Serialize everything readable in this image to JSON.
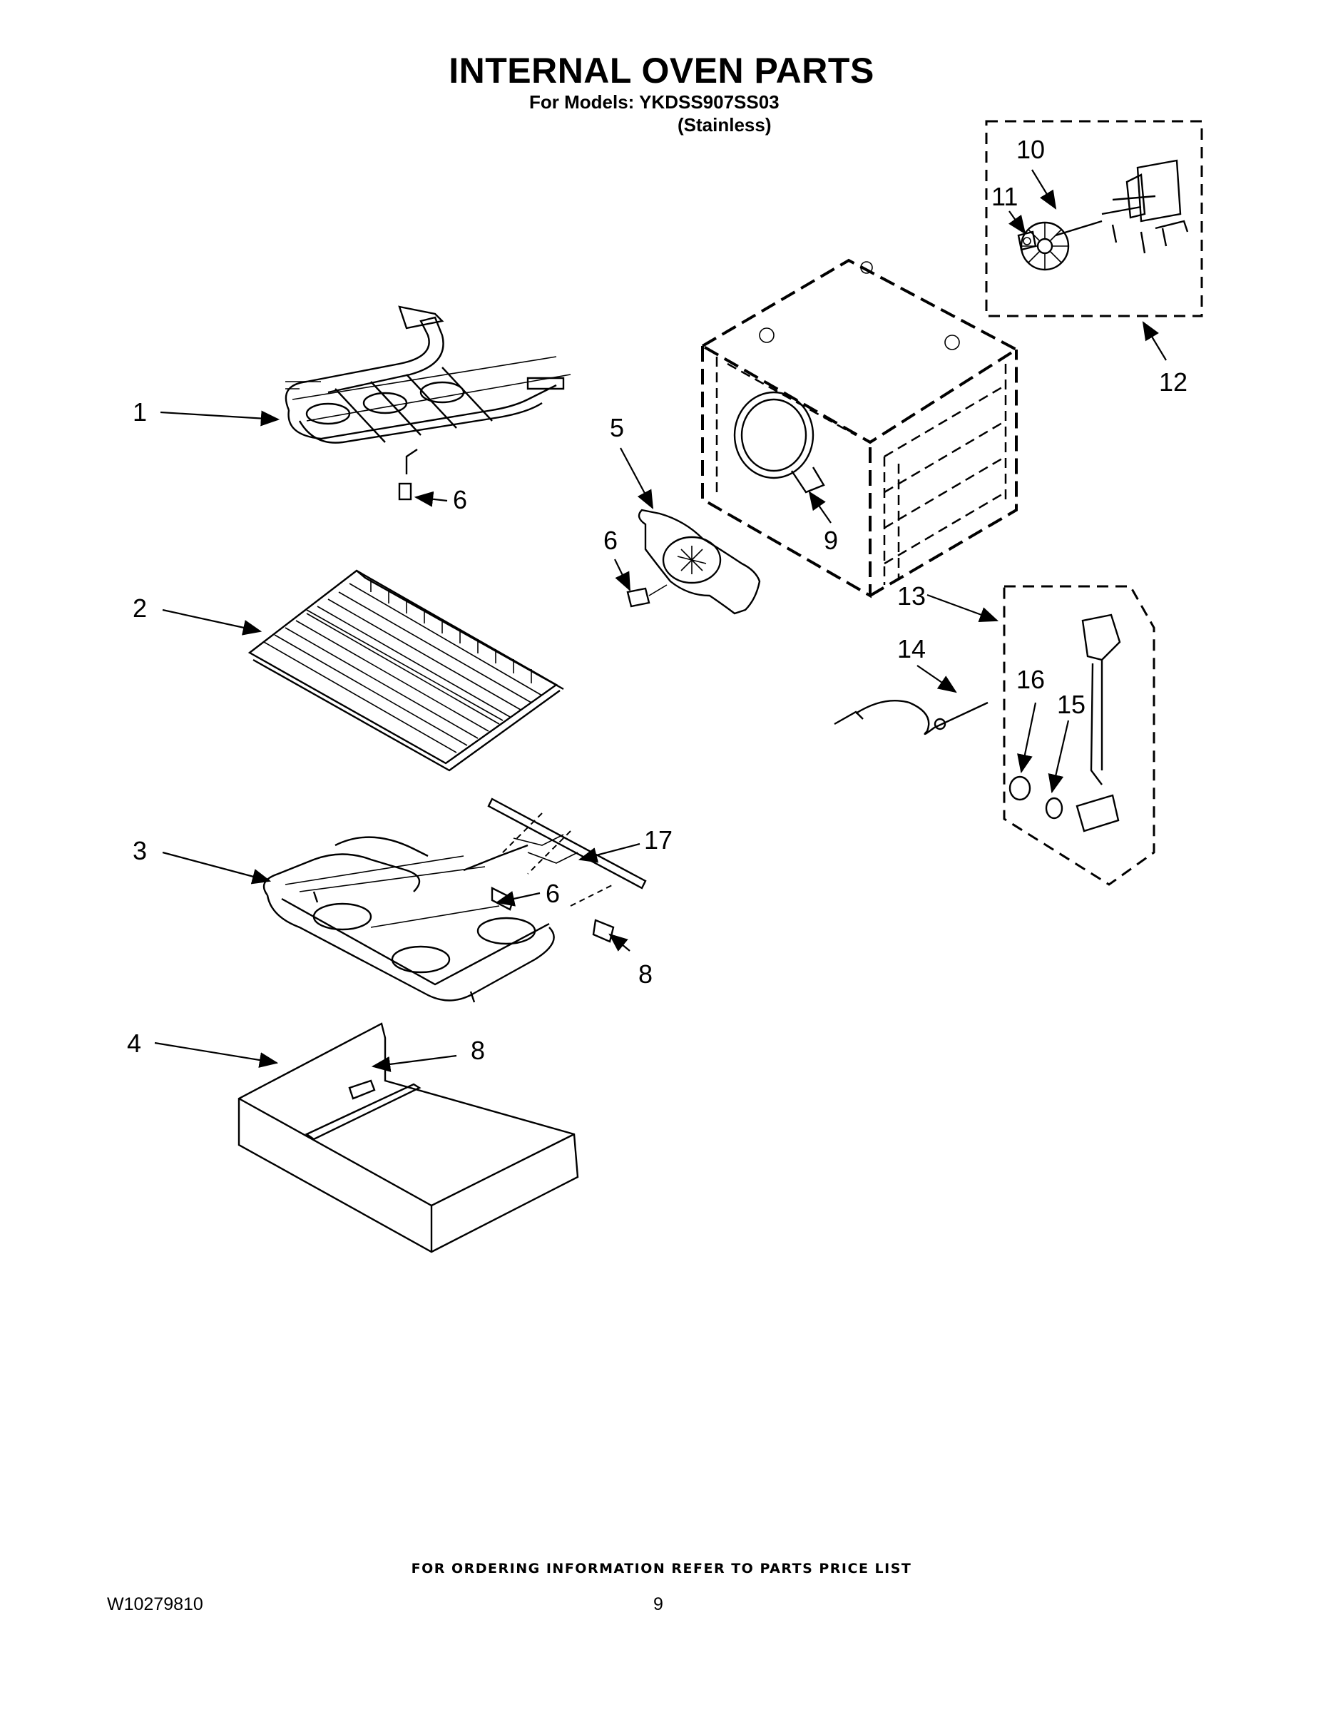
{
  "header": {
    "title": "INTERNAL OVEN PARTS",
    "models_line": "For Models: YKDSS907SS03",
    "finish": "(Stainless)"
  },
  "callouts": {
    "c1": "1",
    "c2": "2",
    "c3": "3",
    "c4": "4",
    "c5": "5",
    "c6a": "6",
    "c6b": "6",
    "c6c": "6",
    "c8a": "8",
    "c8b": "8",
    "c9": "9",
    "c10": "10",
    "c11": "11",
    "c12": "12",
    "c13": "13",
    "c14": "14",
    "c15": "15",
    "c16": "16",
    "c17": "17"
  },
  "footer": {
    "ordering_note": "FOR ORDERING INFORMATION REFER TO PARTS PRICE LIST",
    "document_number": "W10279810",
    "page_number": "9"
  }
}
